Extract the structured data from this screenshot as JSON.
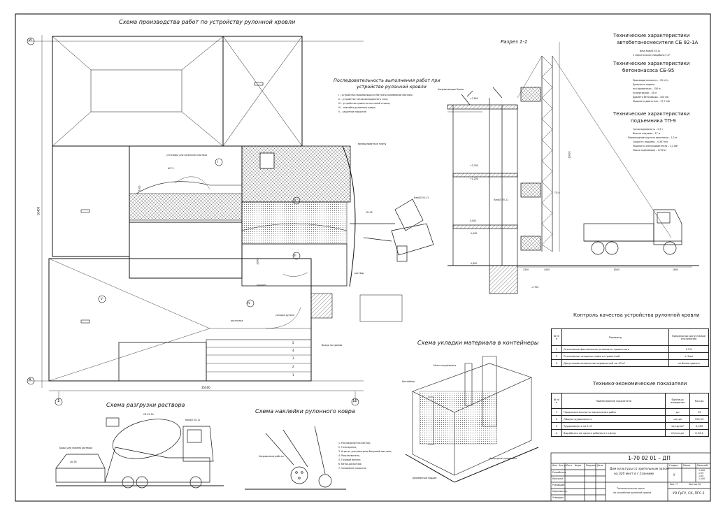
{
  "plan": {
    "title": "Схема производства работ по устройству рулонной кровли",
    "axis_top": "И",
    "axis_bottom": "А",
    "axis_left_num": "1",
    "axis_right_num": "10",
    "dim_height": "16400",
    "dim_width": "35400",
    "zones": [
      "I",
      "II",
      "III",
      "IV",
      "V"
    ],
    "steps": [
      "5",
      "4",
      "3",
      "2",
      "1"
    ],
    "labels": {
      "ustanovka": "установка для нанесения мастики",
      "shtuk": "ШТ-2",
      "rastvor": "раствор",
      "ukladka": "укладка рулона",
      "vyhod": "Выход на кровлю",
      "parapet": "парапет",
      "rasstilka": "расстилка",
      "plity": "минераловатные плиты",
      "kran": "КамАЗ 55-11",
      "sb": "СБ-95",
      "dim_5100": "5100",
      "dim_2000": "2000"
    }
  },
  "sequence": {
    "title_line1": "Последовательность выполнения работ при",
    "title_line2": "устройстве рулонной кровли",
    "items": [
      "I – устройство пароизоляции из битумно-полимерной мастики;",
      "II – устройство теплоизоляционного слоя;",
      "III – устройство цементно-песчаной стяжки;",
      "IV – наклейка рулонного ковра;",
      "V – защитное покрытие"
    ]
  },
  "section": {
    "title": "Разрез 1-1",
    "marks": [
      "+7,800",
      "+3,300",
      "+1,200",
      "0,000",
      "-1,000",
      "-1,800",
      "-2,700"
    ],
    "dims": [
      "2300",
      "4300",
      "8500",
      "1600",
      "10000"
    ],
    "labels": [
      "Направляющие блоки",
      "КамАЗ 55-11",
      "ТП-9"
    ]
  },
  "specs": [
    {
      "title_line1": "Технические характеристики",
      "title_line2": "автобетоносмесителя СБ 92-1А",
      "lines": [
        "база КамАЗ 55-11",
        "V смесительного барабана 5 м³"
      ]
    },
    {
      "title_line1": "Технические характеристики",
      "title_line2": "бетононасоса СБ-95",
      "lines": [
        "Производительность – 25 м³/ч",
        "Дальность подачи",
        "по горизонтали – 150 м",
        "по вертикали – 35 м",
        "Диаметр бетоновода – 200 мм",
        "Мощность двигателя – 37,7 кВт"
      ]
    },
    {
      "title_line1": "Технические характеристики",
      "title_line2": "подъемника ТП-9",
      "lines": [
        "Грузоподъемность – 0,5 т",
        "Высота подъема – 17 м",
        "Перемещение груза по вертикали – 1,3 м",
        "Скорость подъема – 0,367 м/с",
        "Мощность электродвигателя – 2,2 кВт",
        "Масса подъемника – 1700 кг"
      ]
    }
  ],
  "quality": {
    "title": "Контроль качества устройства рулонной кровли",
    "headers": [
      "№ п/п",
      "Параметр",
      "Предельные допустимые отклонения"
    ],
    "rows": [
      [
        "1",
        "Отклонение фактических уклонов от проектного",
        "1-2%"
      ],
      [
        "2",
        "Отклонение толщины слоёв от проектной",
        "± 5мм"
      ],
      [
        "3",
        "Допустимое количество неровностей на 10 м²",
        "не более одного"
      ]
    ]
  },
  "economics": {
    "title": "Технико-экономические показатели",
    "headers": [
      "№ п/п",
      "Наименование показателя",
      "Единицы измерения",
      "Кол-во"
    ],
    "rows": [
      [
        "1",
        "Продолжительность выполнения работ",
        "дн",
        "23"
      ],
      [
        "2",
        "Общая трудоемкость",
        "чел-дн",
        "153,53"
      ],
      [
        "3",
        "Трудоемкость на 1 м²",
        "чел-дн/м²",
        "0,189"
      ],
      [
        "4",
        "Выработка на одного рабочего в смену",
        "м²/чел-дн",
        "6,94-1"
      ]
    ]
  },
  "unloading": {
    "title": "Схема разгрузки раствора",
    "labels": [
      "СБ 92-1А",
      "КамАЗ 55-11",
      "Бадья для приема раствора",
      "СБ-95"
    ]
  },
  "gluing": {
    "title": "Схема наклейки рулонного ковра",
    "labels": [
      "Направление работы"
    ],
    "legend": [
      "1. Распределитель битума;",
      "2. Газогорелка;",
      "3. Агрегат для разогрева битумной мастики;",
      "4. Раскатыватель;",
      "5. Газовый баллон;",
      "6. Каток-раскатчик;",
      "7. Основание покрытия"
    ]
  },
  "containers": {
    "title": "Схема укладки материала в контейнеры",
    "labels": [
      "Место подъёмника",
      "Контейнер",
      "Деревянный поддон",
      "Арматурная проволока"
    ]
  },
  "stamp": {
    "code": "1-70 02 01 – ДП",
    "project_line1": "Дом культуры со зрительным залом",
    "project_line2": "на 320 мест в г.Слониме",
    "sheet_title_line1": "Технологическая карта",
    "sheet_title_line2": "на устройство рулонной кровли",
    "org": "УО ГрГУ, СК, ПГС-2",
    "headers": [
      "Изм",
      "Кол.уч",
      "Лист",
      "№док",
      "Подпись",
      "Дата"
    ],
    "roles": [
      "Разработал",
      "Консульт.",
      "Руководит.",
      "Нормоконтр.",
      "Утвердил"
    ],
    "stage_headers": [
      "Стадия",
      "Масса",
      "Масштаб"
    ],
    "stage": "У",
    "scales": [
      "1:100",
      "1:25",
      "1:50",
      "1:100"
    ],
    "sheet": "Лист 7",
    "sheets": "Листов 10"
  }
}
